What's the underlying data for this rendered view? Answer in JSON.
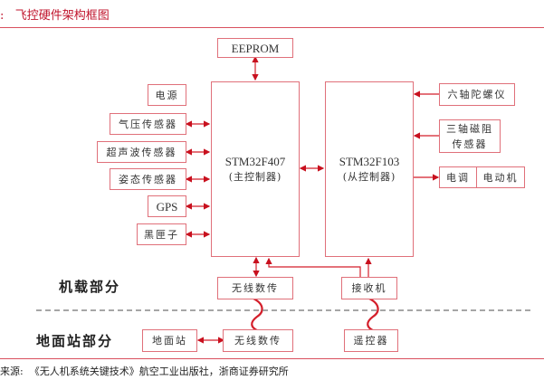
{
  "title": ":   飞控硬件架构框图",
  "diagram": {
    "onboard_label": "机载部分",
    "ground_label": "地面站部分",
    "eeprom": "EEPROM",
    "main_controller": {
      "chip": "STM32F407",
      "role": "(主控制器)"
    },
    "slave_controller": {
      "chip": "STM32F103",
      "role": "(从控制器)"
    },
    "left_modules": [
      "电源",
      "气压传感器",
      "超声波传感器",
      "姿态传感器",
      "GPS",
      "黑匣子"
    ],
    "right_modules": {
      "gyro": "六轴陀螺仪",
      "magneto_line1": "三轴磁阻",
      "magneto_line2": "传感器",
      "esc": "电调",
      "motor": "电动机"
    },
    "onboard_modules": {
      "radio": "无线数传",
      "receiver": "接收机"
    },
    "ground_modules": {
      "station": "地面站",
      "radio": "无线数传",
      "remote": "遥控器"
    }
  },
  "source": "来源:  《无人机系统关键技术》航空工业出版社，浙商证券研究所"
}
